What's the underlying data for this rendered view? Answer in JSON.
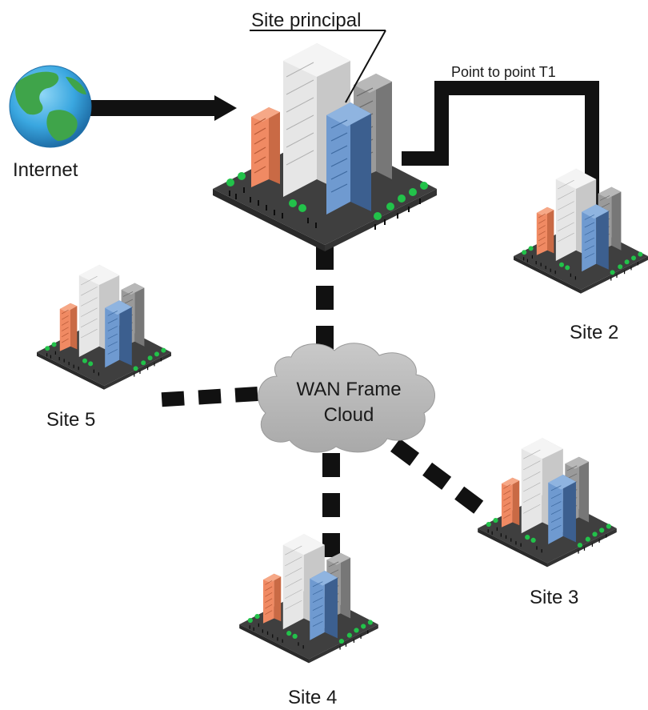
{
  "labels": {
    "site_principal": "Site principal",
    "point_to_point": "Point to point T1",
    "internet": "Internet",
    "site2": "Site 2",
    "site3": "Site 3",
    "site4": "Site 4",
    "site5": "Site 5",
    "cloud_line1": "WAN Frame",
    "cloud_line2": "Cloud"
  },
  "colors": {
    "link": "#111111",
    "cloud": "#b8b8b8",
    "ground": "#3f3f3f",
    "building_orange": "#f08a63",
    "building_white": "#dcdcdc",
    "building_blue": "#5b86b8",
    "building_gray": "#9a9a9a",
    "tree": "#22c24a",
    "ocean": "#3aa7e0",
    "land": "#3fa44a"
  },
  "icons": [
    "globe-icon",
    "city-icon",
    "cloud-icon"
  ]
}
